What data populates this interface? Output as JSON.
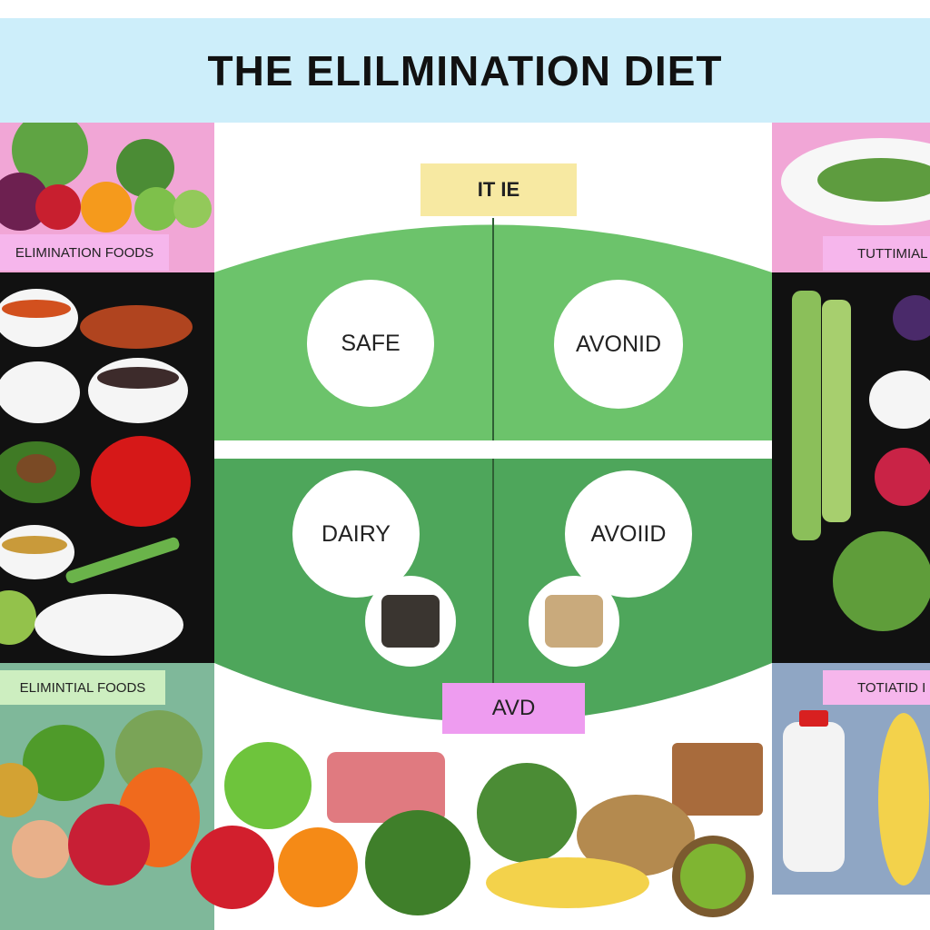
{
  "title": "THE ELILMINATION DIET",
  "center_tag": "IT IE",
  "quadrants": {
    "top_left": "SAFE",
    "top_right": "AVONID",
    "bottom_left": "DAIRY",
    "bottom_right": "AVOIID"
  },
  "bottom_tag": "AVD",
  "side_labels": {
    "left_top": "ELIMINATION FOODS",
    "left_bottom": "ELIMINTIAL FOODS",
    "right_top": "TUTTIMIAL",
    "right_bottom": "TOTIATID I"
  },
  "colors": {
    "title_bg": "#cdeefa",
    "light_green": "#6cc36b",
    "dark_green": "#4ea65b",
    "pink_panel": "#f1a6d6",
    "black_panel": "#111111",
    "tag_yellow": "#f7e9a2",
    "tag_purple": "#ee9cf0"
  }
}
